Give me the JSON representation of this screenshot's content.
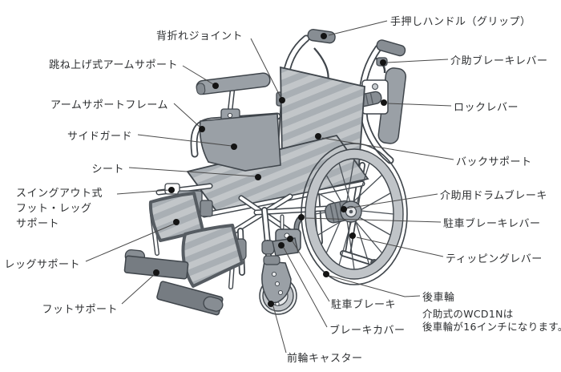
{
  "diagram": {
    "subject": "wheelchair-parts-diagram",
    "colors": {
      "background": "#ffffff",
      "fabric_base": "#a9afb4",
      "fabric_stripe": "#c2c6c9",
      "panel_gray": "#9aa0a6",
      "dark_part": "#767c82",
      "grip_gray": "#878d93",
      "outline": "#3f454b",
      "leader_line": "#4a4a4a",
      "callout_dot": "#141414",
      "label_text": "#2d2f31"
    },
    "labels": [
      {
        "id": "back-fold-joint",
        "text": "背折れジョイント"
      },
      {
        "id": "flip-up-arm-support",
        "text": "跳ね上げ式アームサポート"
      },
      {
        "id": "arm-support-frame",
        "text": "アームサポートフレーム"
      },
      {
        "id": "side-guard",
        "text": "サイドガード"
      },
      {
        "id": "seat",
        "text": "シート"
      },
      {
        "id": "swing-out-foot-leg-support",
        "text": "スイングアウト式\nフット・レッグ\nサポート"
      },
      {
        "id": "leg-support",
        "text": "レッグサポート"
      },
      {
        "id": "foot-support",
        "text": "フットサポート"
      },
      {
        "id": "push-handle-grip",
        "text": "手押しハンドル（グリップ）"
      },
      {
        "id": "assist-brake-lever",
        "text": "介助ブレーキレバー"
      },
      {
        "id": "lock-lever",
        "text": "ロックレバー"
      },
      {
        "id": "back-support",
        "text": "バックサポート"
      },
      {
        "id": "assist-drum-brake",
        "text": "介助用ドラムブレーキ"
      },
      {
        "id": "parking-brake-lever",
        "text": "駐車ブレーキレバー"
      },
      {
        "id": "tipping-lever",
        "text": "ティッピングレバー"
      },
      {
        "id": "rear-wheel",
        "text": "後車輪"
      },
      {
        "id": "parking-brake",
        "text": "駐車ブレーキ"
      },
      {
        "id": "brake-cover",
        "text": "ブレーキカバー"
      },
      {
        "id": "front-caster",
        "text": "前輪キャスター"
      }
    ],
    "rear_wheel_note": {
      "line1": "介助式のWCD1Nは",
      "line2": "後車輪が16インチになります。"
    }
  }
}
